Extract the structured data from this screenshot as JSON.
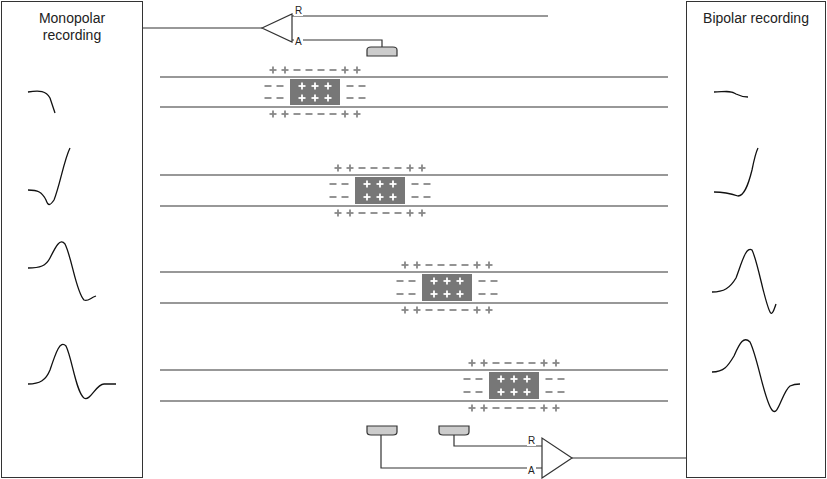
{
  "diagram": {
    "nodes": [
      {
        "text": [
          "Monopolar recording"
        ]
      },
      {
        "text": [
          "Bipolar recording"
        ]
      }
    ],
    "labels": [
      "R",
      "A",
      "R",
      "A"
    ]
  }
}
